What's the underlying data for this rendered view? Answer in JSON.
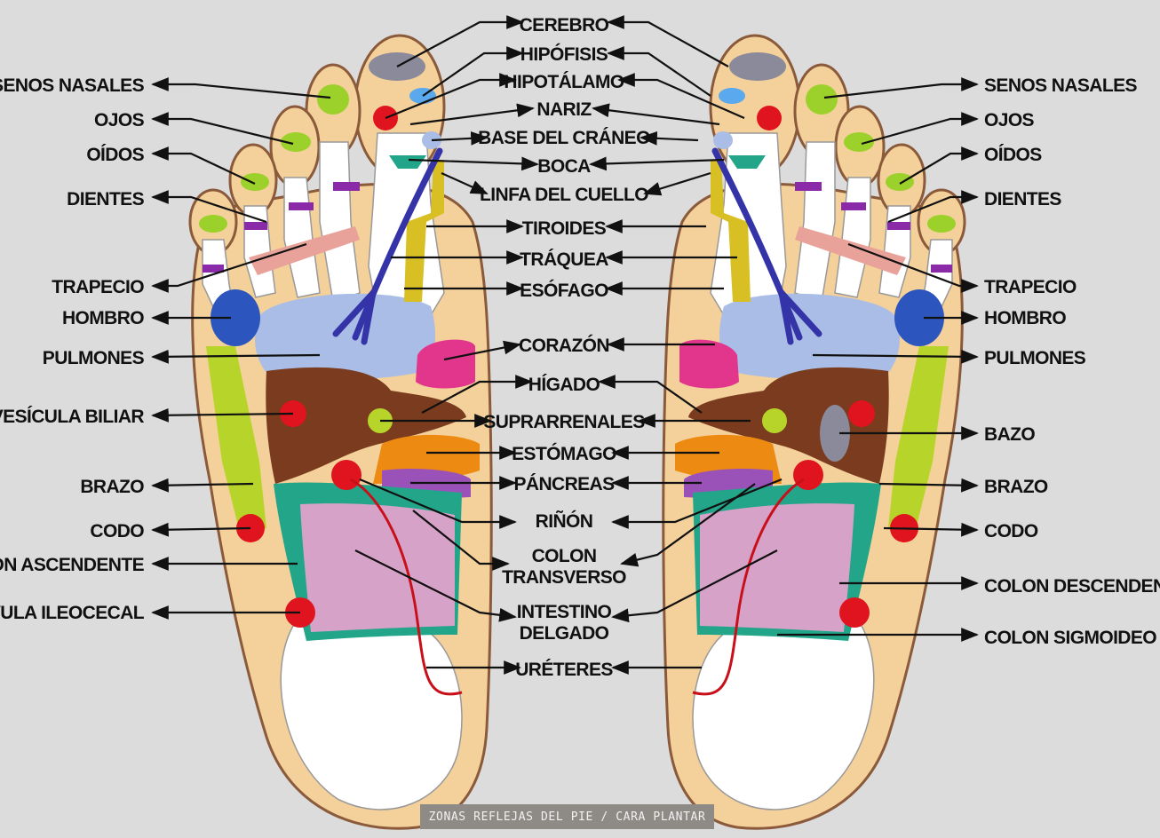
{
  "caption": "ZONAS REFLEJAS DEL PIE / CARA PLANTAR",
  "colors": {
    "background": "#dcdcdc",
    "skin": "#f4d09a",
    "skin_outline": "#8a5a3a",
    "bone": "#ffffff",
    "lungs": "#a9bde6",
    "liver": "#7a3b1e",
    "heart": "#e2368d",
    "stomach": "#ec8a12",
    "pancreas": "#9a52b8",
    "colon": "#23a58a",
    "small_intestine": "#d7a2c8",
    "arm": "#b6d42a",
    "shoulder": "#2c56bd",
    "spleen": "#8a8a9a",
    "red_point": "#e0141e",
    "brain": "#8a8a9a",
    "pituitary": "#5aa8ee",
    "esophagus": "#d8bf24",
    "ureter": "#c8101a"
  },
  "labels": {
    "center": {
      "cerebro": "CEREBRO",
      "hipofisis": "HIPÓFISIS",
      "hipotalamo": "HIPOTÁLAMO",
      "nariz": "NARIZ",
      "base_craneo": "BASE DEL CRÁNEO",
      "boca": "BOCA",
      "linfa_cuello": "LINFA DEL CUELLO",
      "tiroides": "TIROIDES",
      "traquea": "TRÁQUEA",
      "esofago": "ESÓFAGO",
      "corazon": "CORAZÓN",
      "higado": "HÍGADO",
      "suprarrenales": "SUPRARRENALES",
      "estomago": "ESTÓMAGO",
      "pancreas": "PÁNCREAS",
      "rinon": "RIÑÓN",
      "colon_1": "COLON",
      "colon_2": "TRANSVERSO",
      "intestino_1": "INTESTINO",
      "intestino_2": "DELGADO",
      "ureteres": "URÉTERES"
    },
    "left": {
      "senos_nasales": "SENOS NASALES",
      "ojos": "OJOS",
      "oidos": "OÍDOS",
      "dientes": "DIENTES",
      "trapecio": "TRAPECIO",
      "hombro": "HOMBRO",
      "pulmones": "PULMONES",
      "vesicula_biliar": "VESÍCULA BILIAR",
      "brazo": "BRAZO",
      "codo": "CODO",
      "colon_ascendente": "OLON ASCENDENTE",
      "valvula_ileocecal": "ÁLVULA ILEOCECAL"
    },
    "right": {
      "senos_nasales": "SENOS NASALES",
      "ojos": "OJOS",
      "oidos": "OÍDOS",
      "dientes": "DIENTES",
      "trapecio": "TRAPECIO",
      "hombro": "HOMBRO",
      "pulmones": "PULMONES",
      "bazo": "BAZO",
      "brazo": "BRAZO",
      "codo": "CODO",
      "colon_descendente": "COLON DESCENDENTE",
      "colon_sigmoideo": "COLON SIGMOIDEO"
    }
  }
}
